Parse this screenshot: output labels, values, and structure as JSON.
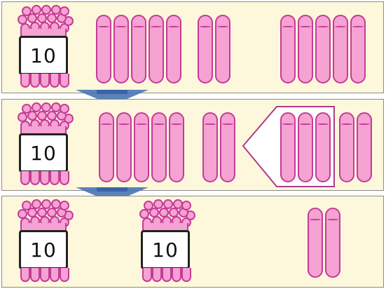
{
  "panels": [
    {
      "bundle_labels": [
        "10"
      ]
    },
    {
      "bundle_labels": [
        "10"
      ]
    },
    {
      "bundle_labels": [
        "10",
        "10"
      ]
    }
  ],
  "colors": {
    "panel_bg": "#fdf8dc",
    "rod_fill": "#f4a3d2",
    "rod_stroke": "#c63a98",
    "arrow": "#4a74b4",
    "move_arrow_outline": "#b03a8e"
  },
  "icons": {
    "down_arrow": "down-arrow-icon",
    "move_arrow": "left-arrow-icon"
  }
}
